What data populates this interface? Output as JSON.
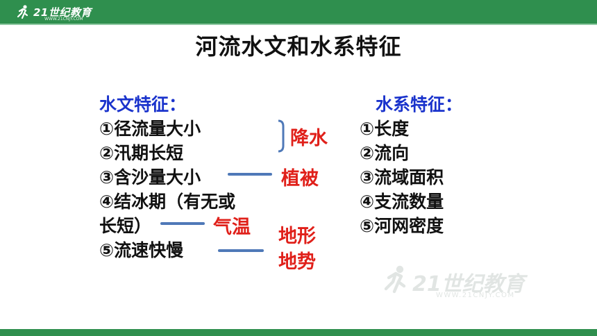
{
  "header": {
    "logo_text": "21世纪教育",
    "logo_url": "WWW.21CNJY.COM"
  },
  "title": "河流水文和水系特征",
  "hydrology": {
    "heading": "水文特征：",
    "items": [
      "①径流量大小",
      "②汛期长短",
      "③含沙量大小",
      "④结冰期（有无或",
      "长短）",
      "⑤流速快慢"
    ]
  },
  "factors": {
    "precipitation": "降水",
    "vegetation": "植被",
    "temperature": "气温",
    "terrain_line1": "地形",
    "terrain_line2": "地势"
  },
  "system": {
    "heading": "水系特征：",
    "items": [
      "①长度",
      "②流向",
      "③流域面积",
      "④支流数量",
      "⑤河网密度"
    ]
  },
  "watermark": {
    "text": "21世纪教育",
    "url": "WWW.21CNJY.COM"
  },
  "colors": {
    "header_green": "#2f8f4e",
    "heading_blue": "#1a33cc",
    "factor_red": "#e0201a",
    "connector_blue": "#4f79b8"
  }
}
